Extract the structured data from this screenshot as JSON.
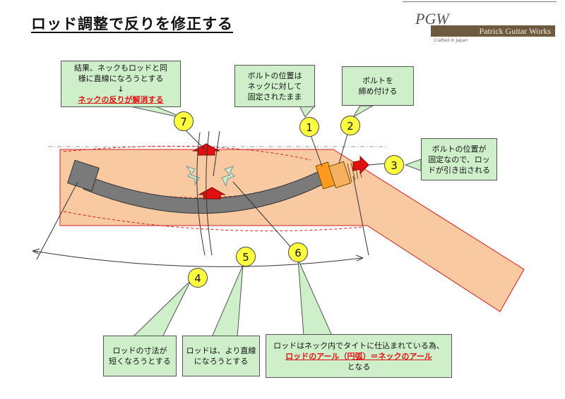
{
  "title": "ロッド調整で反りを修正する",
  "logo": {
    "monogram": "PGW",
    "name": "Patrick Guitar Works",
    "tagline": "Crafted in Japan"
  },
  "callouts": {
    "c7": {
      "line1": "結果、ネックもロッドと同",
      "line2": "様に直線になろうとする",
      "arrow": "↓",
      "highlight": "ネックの反りが解消する"
    },
    "c1": {
      "line1": "ボルトの位置は",
      "line2": "ネックに対して",
      "line3": "固定されたまま"
    },
    "c2": {
      "line1": "ボルトを",
      "line2": "締め付ける"
    },
    "c3": {
      "line1": "ボルトの位置が",
      "line2": "固定なので、ロッ",
      "line3": "ドが引き出される"
    },
    "c4": {
      "line1": "ロッドの寸法が",
      "line2": "短くなろうとする"
    },
    "c5": {
      "line1": "ロッドは、より直線",
      "line2": "になろうとする"
    },
    "c6": {
      "line1": "ロッドはネック内でタイトに仕込まれている為、",
      "highlight": "ロッドのアール（円弧）＝ネックのアール",
      "line3": "となる"
    }
  },
  "markers": [
    "1",
    "2",
    "3",
    "4",
    "5",
    "6",
    "7"
  ],
  "colors": {
    "neck": "#f9c9a1",
    "rod": "#7a7a7a",
    "accent": "#e01010",
    "callout": "#cfefcb",
    "marker": "#ffff40",
    "nut": "#ff9a20"
  }
}
